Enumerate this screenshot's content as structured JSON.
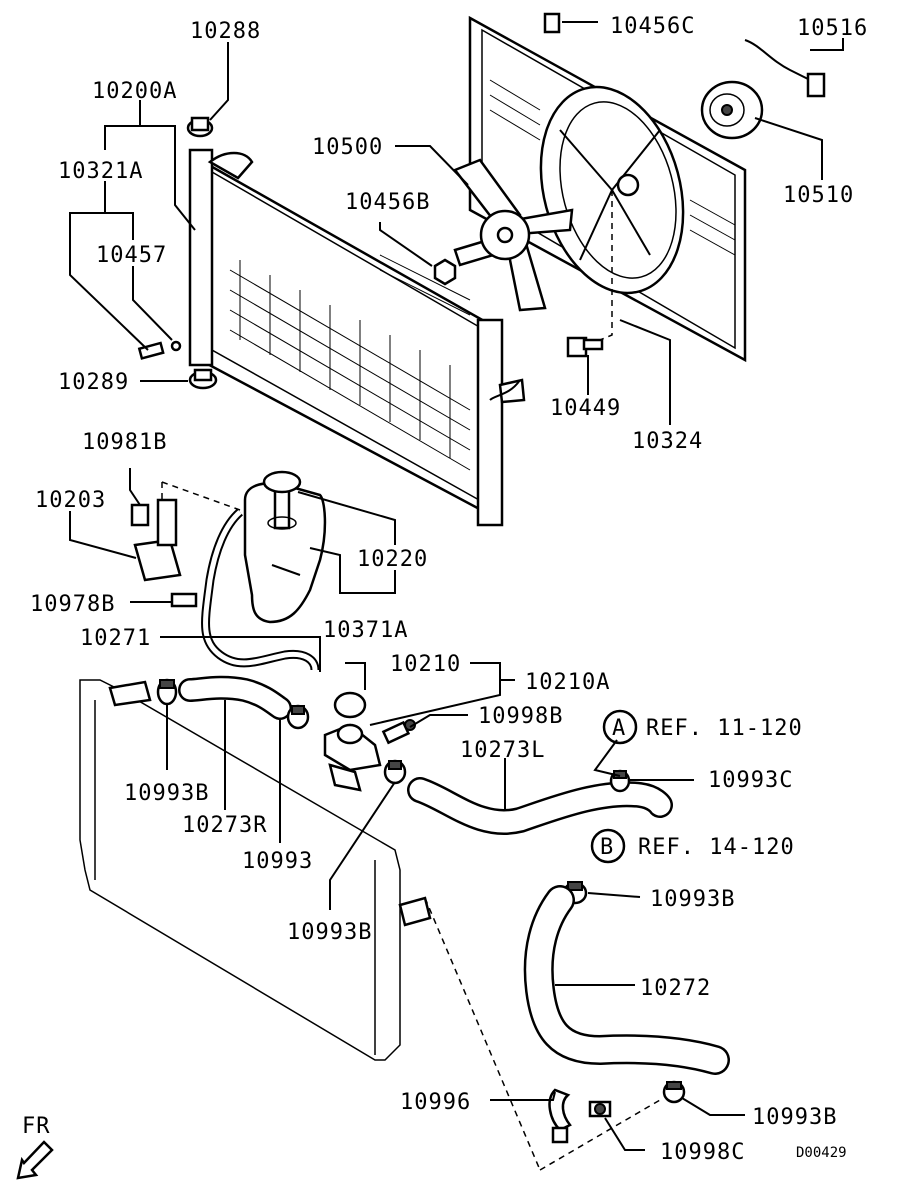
{
  "diagram_id": "D00429",
  "orientation_label": "FR",
  "references": [
    {
      "marker": "A",
      "text": "REF. 11-120"
    },
    {
      "marker": "B",
      "text": "REF. 14-120"
    }
  ],
  "part_labels": [
    "10288",
    "10200A",
    "10321A",
    "10457",
    "10289",
    "10456C",
    "10516",
    "10500",
    "10456B",
    "10510",
    "10449",
    "10324",
    "10981B",
    "10203",
    "10220",
    "10371A",
    "10978B",
    "10271",
    "10210",
    "10210A",
    "10998B",
    "10273L",
    "10993C",
    "10993B",
    "10273R",
    "10993",
    "10993B",
    "10993B",
    "10272",
    "10996",
    "10998C",
    "10993B"
  ]
}
